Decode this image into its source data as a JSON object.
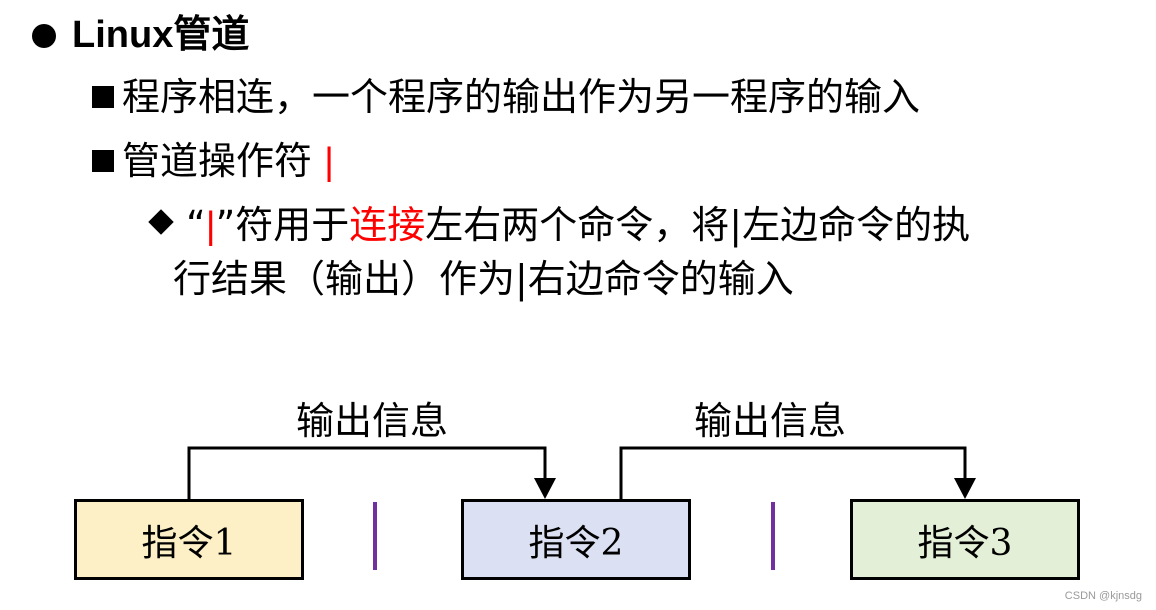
{
  "heading": {
    "title": "Linux管道"
  },
  "bullets": [
    {
      "text": "程序相连，一个程序的输出作为另一程序的输入"
    },
    {
      "prefix": "管道操作符 ",
      "pipe": "|"
    }
  ],
  "sub_bullet": {
    "open_quote": "“",
    "pipe": "|",
    "after_quote": "”符用于",
    "highlight": "连接",
    "rest_line1": "左右两个命令，将|左边命令的执",
    "line2": "行结果（输出）作为|右边命令的输入"
  },
  "diagram": {
    "commands": [
      {
        "label": "指令1",
        "fill": "#fdf0c6"
      },
      {
        "label": "指令2",
        "fill": "#dbe0f2"
      },
      {
        "label": "指令3",
        "fill": "#e3efd6"
      }
    ],
    "flows": [
      {
        "label": "输出信息"
      },
      {
        "label": "输出信息"
      }
    ],
    "pipe_color": "#7030a0"
  },
  "watermark": "CSDN @kjnsdg"
}
